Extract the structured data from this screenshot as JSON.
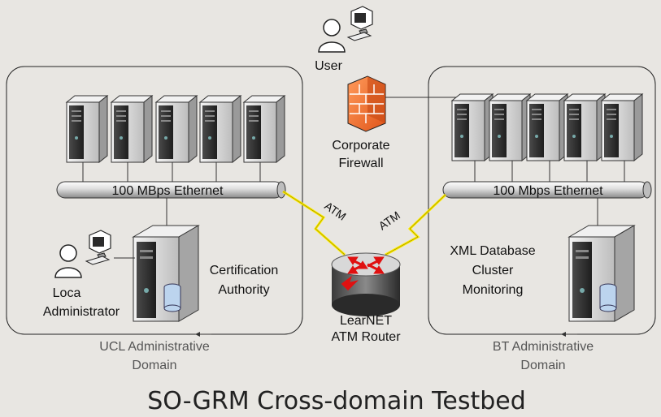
{
  "caption": "SO-GRM Cross-domain Testbed",
  "left_domain": {
    "name_line1": "UCL Administrative",
    "name_line2": "Domain",
    "ethernet": "100 MBps Ethernet",
    "admin_line1": "Loca",
    "admin_line2": "Administrator",
    "ca_line1": "Certification",
    "ca_line2": "Authority"
  },
  "right_domain": {
    "name_line1": "BT Administrative",
    "name_line2": "Domain",
    "ethernet": "100 Mbps Ethernet",
    "xml_line1": "XML Database",
    "xml_line2": "Cluster",
    "xml_line3": "Monitoring"
  },
  "user": "User",
  "firewall_line1": "Corporate",
  "firewall_line2": "Firewall",
  "router_line1": "LearNET",
  "router_line2": "ATM Router",
  "atm_left": "ATM",
  "atm_right": "ATM",
  "colors": {
    "background": "#e8e6e2",
    "firewall": "#f07a3a",
    "atm_link": "#ffee00",
    "router_arrows": "#e01010"
  }
}
